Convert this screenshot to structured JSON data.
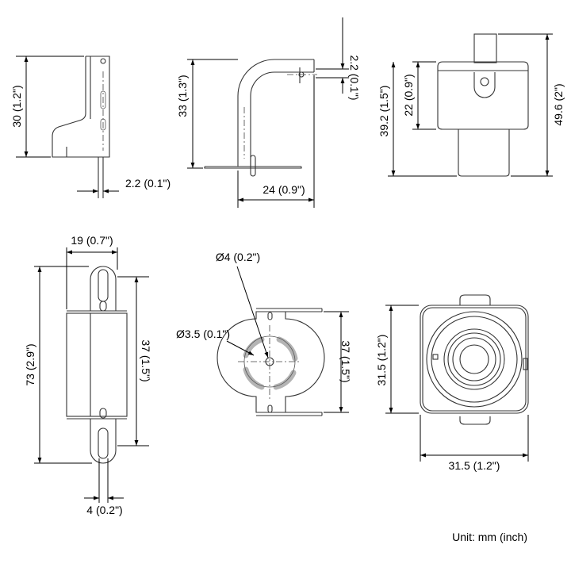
{
  "drawing": {
    "unit_note": "Unit: mm (inch)",
    "views": {
      "side_bracket": {
        "height_label": "30 (1.2\")",
        "width_label": "2.2 (0.1\")"
      },
      "l_bracket": {
        "height_label": "33 (1.3\")",
        "depth_label": "24 (0.9\")",
        "top_offset_label": "2.2 (0.1\")"
      },
      "camera_side": {
        "top_label": "22 (0.9\")",
        "body_label": "39.2 (1.5\")",
        "total_label": "49.6 (2\")"
      },
      "bracket_front": {
        "top_width_label": "19 (0.7\")",
        "total_height_label": "73 (2.9\")",
        "mid_height_label": "37 (1.5\")",
        "slot_label": "4 (0.2\")"
      },
      "bracket_top": {
        "hole_large_label": "Ø4 (0.2\")",
        "hole_small_label": "Ø3.5 (0.1\")",
        "height_label": "37 (1.5\")"
      },
      "camera_front": {
        "height_label": "31.5 (1.2\")",
        "width_label": "31.5 (1.2\")"
      }
    }
  }
}
